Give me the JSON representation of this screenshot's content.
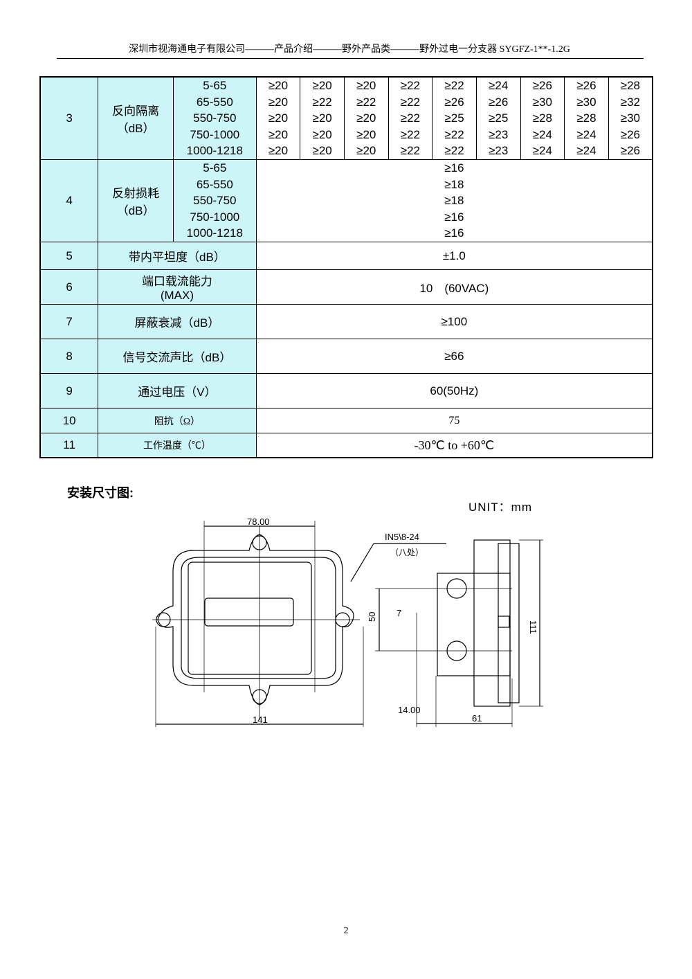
{
  "header": "深圳市视海通电子有限公司———产品介绍———野外产品类———野外过电一分支器 SYGFZ-1**-1.2G",
  "table": {
    "row3": {
      "no": "3",
      "name": "反向隔离",
      "unit": "（dB）",
      "freqs": [
        "5-65",
        "65-550",
        "550-750",
        "750-1000",
        "1000-1218"
      ],
      "values": [
        [
          "≥20",
          "≥20",
          "≥20",
          "≥22",
          "≥22",
          "≥24",
          "≥26",
          "≥26",
          "≥28"
        ],
        [
          "≥20",
          "≥22",
          "≥22",
          "≥22",
          "≥26",
          "≥26",
          "≥30",
          "≥30",
          "≥32"
        ],
        [
          "≥20",
          "≥20",
          "≥20",
          "≥22",
          "≥25",
          "≥25",
          "≥28",
          "≥28",
          "≥30"
        ],
        [
          "≥20",
          "≥20",
          "≥20",
          "≥22",
          "≥22",
          "≥23",
          "≥24",
          "≥24",
          "≥26"
        ],
        [
          "≥20",
          "≥20",
          "≥20",
          "≥22",
          "≥22",
          "≥23",
          "≥24",
          "≥24",
          "≥26"
        ]
      ]
    },
    "row4": {
      "no": "4",
      "name": "反射损耗",
      "unit": "（dB）",
      "freqs": [
        "5-65",
        "65-550",
        "550-750",
        "750-1000",
        "1000-1218"
      ],
      "values": [
        "≥16",
        "≥18",
        "≥18",
        "≥16",
        "≥16"
      ]
    },
    "rows": [
      {
        "no": "5",
        "name": "带内平坦度（dB）",
        "value": "±1.0"
      },
      {
        "no": "6",
        "name": "端口载流能力",
        "name2": "(MAX)",
        "value": "10　(60VAC)"
      },
      {
        "no": "7",
        "name": "屏蔽衰减（dB）",
        "value": "≥100"
      },
      {
        "no": "8",
        "name": "信号交流声比（dB）",
        "value": "≥66"
      },
      {
        "no": "9",
        "name": "通过电压（V）",
        "value": "60(50Hz)"
      },
      {
        "no": "10",
        "name": "阻抗（Ω）",
        "value": "75"
      },
      {
        "no": "11",
        "name": "工作温度（℃）",
        "value": "-30℃ to +60℃"
      }
    ]
  },
  "install_title": "安装尺寸图:",
  "unit_label": "UNIT：mm",
  "drawing": {
    "dim_top": "78.00",
    "dim_bottom": "141",
    "thread": "IN5\\8-24",
    "thread_note": "（八处）",
    "dim_50": "50",
    "dim_7": "7",
    "dim_111": "111",
    "dim_14": "14.00",
    "dim_61": "61"
  },
  "page_number": "2"
}
